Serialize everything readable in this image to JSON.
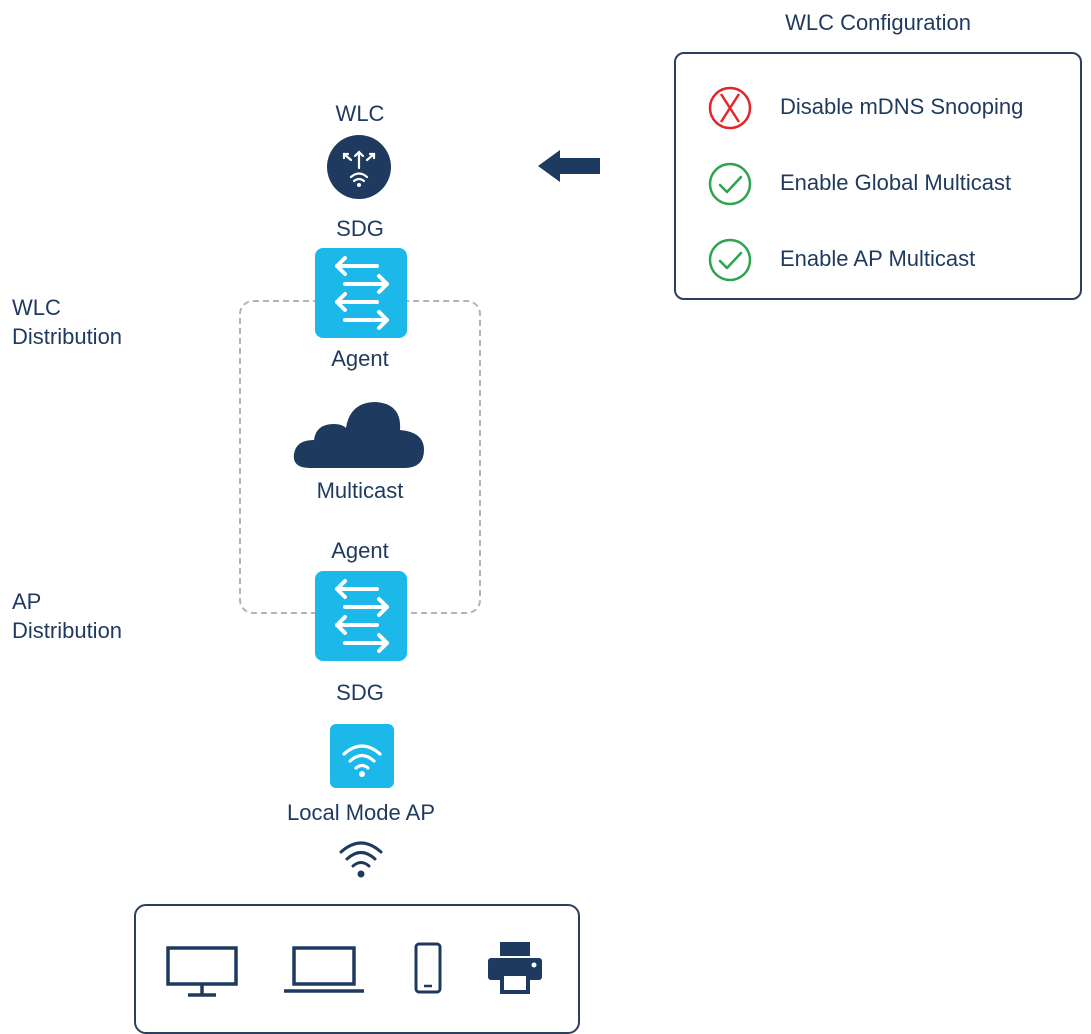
{
  "config": {
    "title": "WLC Configuration",
    "items": [
      {
        "label": "Disable mDNS Snooping",
        "status": "disabled",
        "icon": "x-circle-icon",
        "color": "#e4262c"
      },
      {
        "label": "Enable Global Multicast",
        "status": "enabled",
        "icon": "check-circle-icon",
        "color": "#2ea44f"
      },
      {
        "label": "Enable AP Multicast",
        "status": "enabled",
        "icon": "check-circle-icon",
        "color": "#2ea44f"
      }
    ]
  },
  "diagram": {
    "wlc_label": "WLC",
    "sdg_top_label": "SDG",
    "agent_top_label": "Agent",
    "cloud_label": "Multicast",
    "agent_bottom_label": "Agent",
    "sdg_bottom_label": "SDG",
    "ap_label": "Local Mode AP",
    "wlc_distribution": [
      "WLC",
      "Distribution"
    ],
    "ap_distribution": [
      "AP",
      "Distribution"
    ]
  },
  "devices": [
    "monitor-icon",
    "laptop-icon",
    "tablet-icon",
    "printer-icon"
  ],
  "colors": {
    "navy": "#1f3a5f",
    "switch_blue": "#1cb8ea",
    "dashed_border": "#b3b3b3"
  }
}
